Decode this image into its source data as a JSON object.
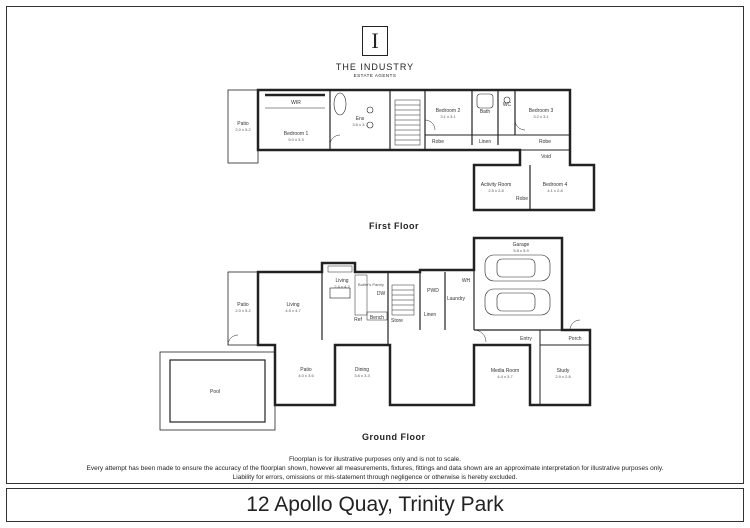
{
  "logo": {
    "mark": "I",
    "name": "THE INDUSTRY",
    "subtitle": "ESTATE AGENTS"
  },
  "floors": {
    "first": {
      "title": "First Floor",
      "rooms": [
        {
          "name": "Patio",
          "dims": "2.0 x 5.2"
        },
        {
          "name": "WIR",
          "dims": ""
        },
        {
          "name": "Bedroom 1",
          "dims": "5.0 x 3.3"
        },
        {
          "name": "Ens",
          "dims": "3.6 x 3.7"
        },
        {
          "name": "Bedroom 2",
          "dims": "3.1 x 3.1"
        },
        {
          "name": "Bath",
          "dims": ""
        },
        {
          "name": "WC",
          "dims": ""
        },
        {
          "name": "Bedroom 3",
          "dims": "3.2 x 3.1"
        },
        {
          "name": "Robe",
          "dims": ""
        },
        {
          "name": "Linen",
          "dims": ""
        },
        {
          "name": "Robe",
          "dims": ""
        },
        {
          "name": "Void",
          "dims": ""
        },
        {
          "name": "Activity Room",
          "dims": "2.5 x 2.8"
        },
        {
          "name": "Bedroom 4",
          "dims": "4.1 x 2.8"
        },
        {
          "name": "Robe",
          "dims": ""
        }
      ]
    },
    "ground": {
      "title": "Ground Floor",
      "rooms": [
        {
          "name": "Garage",
          "dims": "5.8 x 5.9"
        },
        {
          "name": "Patio",
          "dims": "2.0 x 5.2"
        },
        {
          "name": "Living",
          "dims": "4.5 x 4.7"
        },
        {
          "name": "Living",
          "dims": "2.4 x 4.2"
        },
        {
          "name": "Butler's Pantry",
          "dims": ""
        },
        {
          "name": "PWD",
          "dims": ""
        },
        {
          "name": "WH",
          "dims": ""
        },
        {
          "name": "Laundry",
          "dims": ""
        },
        {
          "name": "Ref",
          "dims": ""
        },
        {
          "name": "Bench",
          "dims": ""
        },
        {
          "name": "DW",
          "dims": ""
        },
        {
          "name": "Store",
          "dims": ""
        },
        {
          "name": "Linen",
          "dims": ""
        },
        {
          "name": "Entry",
          "dims": ""
        },
        {
          "name": "Porch",
          "dims": ""
        },
        {
          "name": "Pool",
          "dims": ""
        },
        {
          "name": "Patio",
          "dims": "4.0 x 3.6"
        },
        {
          "name": "Dining",
          "dims": "3.6 x 3.3"
        },
        {
          "name": "Media Room",
          "dims": "4.4 x 3.7"
        },
        {
          "name": "Study",
          "dims": "2.9 x 2.8"
        }
      ]
    }
  },
  "disclaimer": [
    "Floorplan is for illustrative purposes only and is not to scale.",
    "Every attempt has been made to ensure the accuracy of the floorplan shown, however all measurements, fixtures, fittings and data shown are an approximate interpretation for illustrative purposes only.",
    "Liability for errors, omissions or mis-statement through negligence or otherwise is hereby excluded."
  ],
  "address": "12 Apollo Quay, Trinity Park"
}
